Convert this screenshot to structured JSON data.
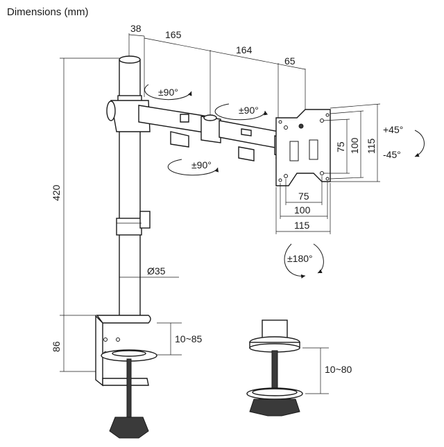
{
  "title": "Dimensions (mm)",
  "dims": {
    "arm_offset": "38",
    "arm_seg1": "165",
    "arm_seg2": "164",
    "arm_seg3": "65",
    "pole_height": "420",
    "clamp_height": "86",
    "pole_diameter": "Ø35",
    "clamp_range": "10~85",
    "grommet_range": "10~80"
  },
  "vesa": {
    "h_75": "75",
    "h_100": "100",
    "h_115": "115",
    "v_75": "75",
    "v_100": "100",
    "v_115": "115"
  },
  "rotations": {
    "pole_swivel": "±90°",
    "arm_swivel": "±90°",
    "lower_swivel": "±90°",
    "tilt_up": "+45°",
    "tilt_down": "-45°",
    "rotate": "±180°"
  },
  "colors": {
    "line": "#1a1a1a",
    "fill_dark": "#3a3a3a",
    "background": "#ffffff"
  }
}
